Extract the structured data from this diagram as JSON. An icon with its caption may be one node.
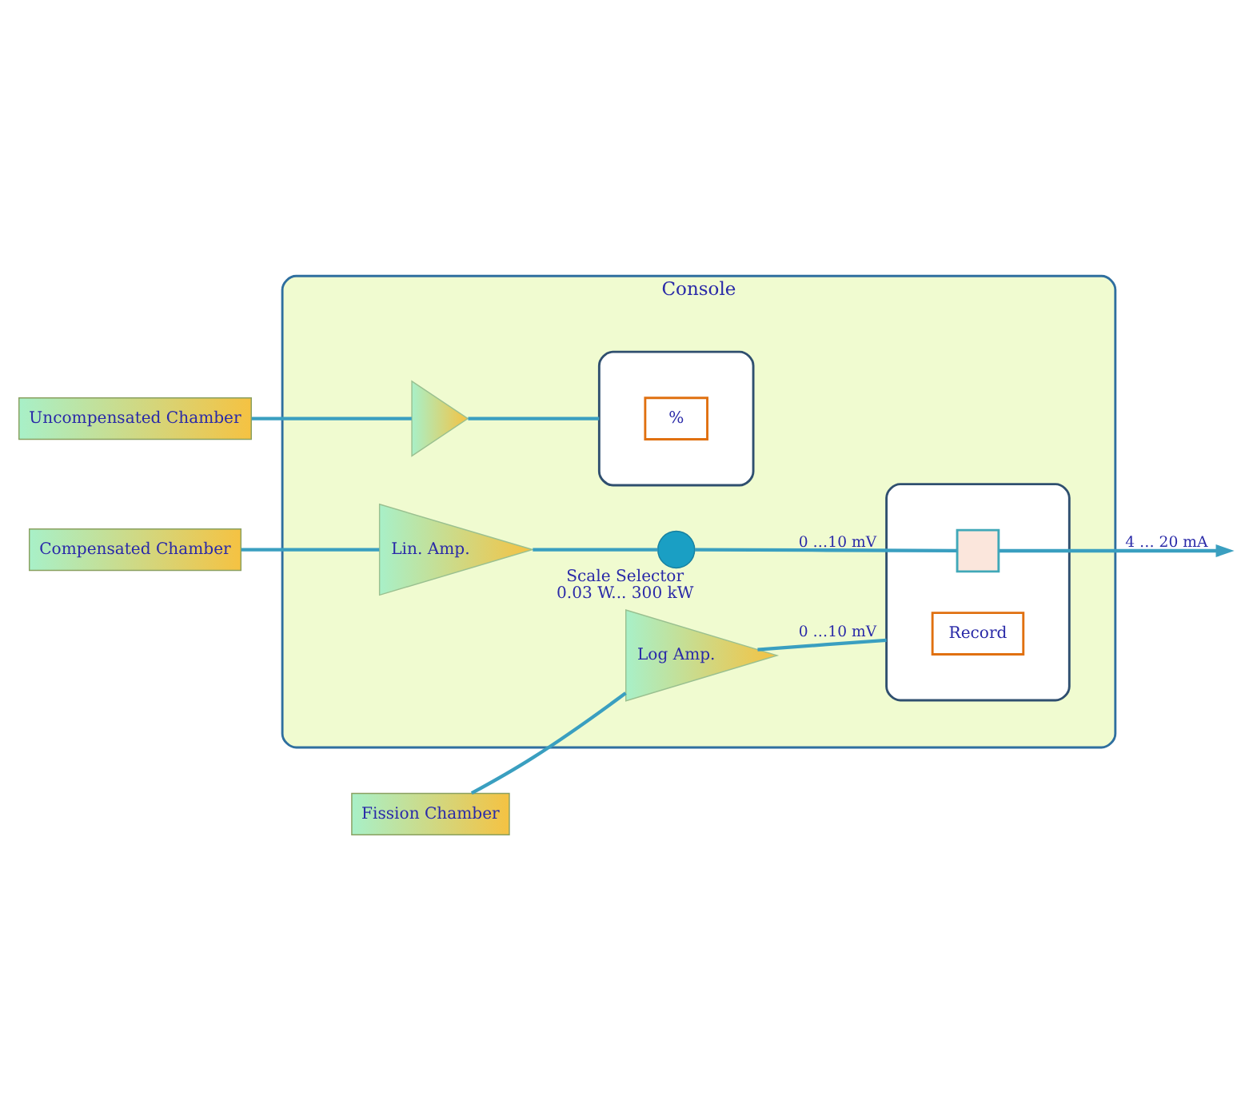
{
  "diagram": {
    "nodes": [
      {
        "text": [
          "Console"
        ]
      },
      {
        "text": [
          "Uncompensated Chamber"
        ]
      },
      {
        "text": [
          "Fission Chamber"
        ]
      },
      {
        "text": [
          "Compensated Chamber"
        ]
      },
      {
        "text": [],
        "shape": "triangle",
        "in": 0
      },
      {
        "text": [
          "Log Amp."
        ],
        "in": 0
      },
      {
        "text": [
          "Lin. Amp."
        ],
        "in": 0
      },
      {
        "text": [],
        "shape": "box",
        "in": 0
      },
      {
        "text": [
          "%"
        ],
        "in": 7
      },
      {
        "text": [],
        "shape": "box",
        "in": 0
      },
      {
        "text": [
          "Record"
        ],
        "in": 9
      },
      {
        "text": [],
        "shape": "box",
        "in": 9
      },
      {
        "text": [],
        "shape": "circle",
        "in": 0,
        "beside": [
          "Scale Selector",
          "0.03 W... 300 kW"
        ]
      }
    ],
    "edges": [
      {
        "from": 1,
        "to": 4,
        "arrow": "none"
      },
      {
        "from": 4,
        "to": 7,
        "arrow": "none"
      },
      {
        "from": 2,
        "to": 5,
        "arrow": "none"
      },
      {
        "from": 5,
        "to": 9,
        "arrow": "none",
        "label": "0 …10 mV"
      },
      {
        "from": 3,
        "to": 6,
        "arrow": "none"
      },
      {
        "from": 6,
        "to": 12,
        "arrow": "none"
      },
      {
        "from": 12,
        "to": 11,
        "arrow": "none",
        "label": "0 …10 mV"
      },
      {
        "from": 11,
        "to": null,
        "arrow": "to",
        "label": "4 … 20 mA"
      }
    ]
  }
}
